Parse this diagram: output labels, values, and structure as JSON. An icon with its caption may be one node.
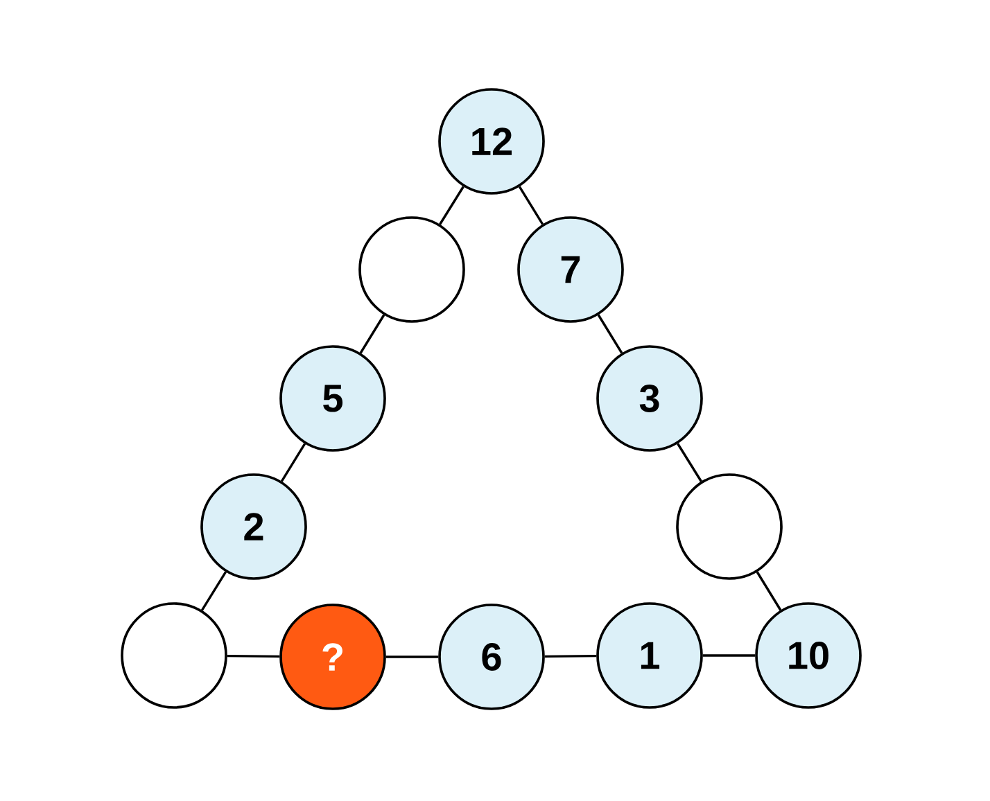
{
  "diagram": {
    "nodes": [
      {
        "text": [
          "12"
        ]
      },
      {
        "text": [],
        "shape": "circle"
      },
      {
        "text": [
          "7"
        ]
      },
      {
        "text": [
          "5"
        ]
      },
      {
        "text": [
          "3"
        ]
      },
      {
        "text": [
          "2"
        ]
      },
      {
        "text": [],
        "shape": "circle"
      },
      {
        "text": [],
        "shape": "circle"
      },
      {
        "text": [
          "?"
        ]
      },
      {
        "text": [
          "6"
        ]
      },
      {
        "text": [
          "1"
        ]
      },
      {
        "text": [
          "10"
        ]
      }
    ],
    "edges": [
      {
        "from": 0,
        "to": 1,
        "arrow": "none"
      },
      {
        "from": 0,
        "to": 2,
        "arrow": "none"
      },
      {
        "from": 1,
        "to": 3,
        "arrow": "none"
      },
      {
        "from": 2,
        "to": 4,
        "arrow": "none"
      },
      {
        "from": 3,
        "to": 5,
        "arrow": "none"
      },
      {
        "from": 4,
        "to": 6,
        "arrow": "none"
      },
      {
        "from": 5,
        "to": 7,
        "arrow": "none"
      },
      {
        "from": 6,
        "to": 11,
        "arrow": "none"
      },
      {
        "from": 7,
        "to": 8,
        "arrow": "none"
      },
      {
        "from": 8,
        "to": 9,
        "arrow": "none"
      },
      {
        "from": 9,
        "to": 10,
        "arrow": "none"
      },
      {
        "from": 10,
        "to": 11,
        "arrow": "none"
      }
    ]
  }
}
